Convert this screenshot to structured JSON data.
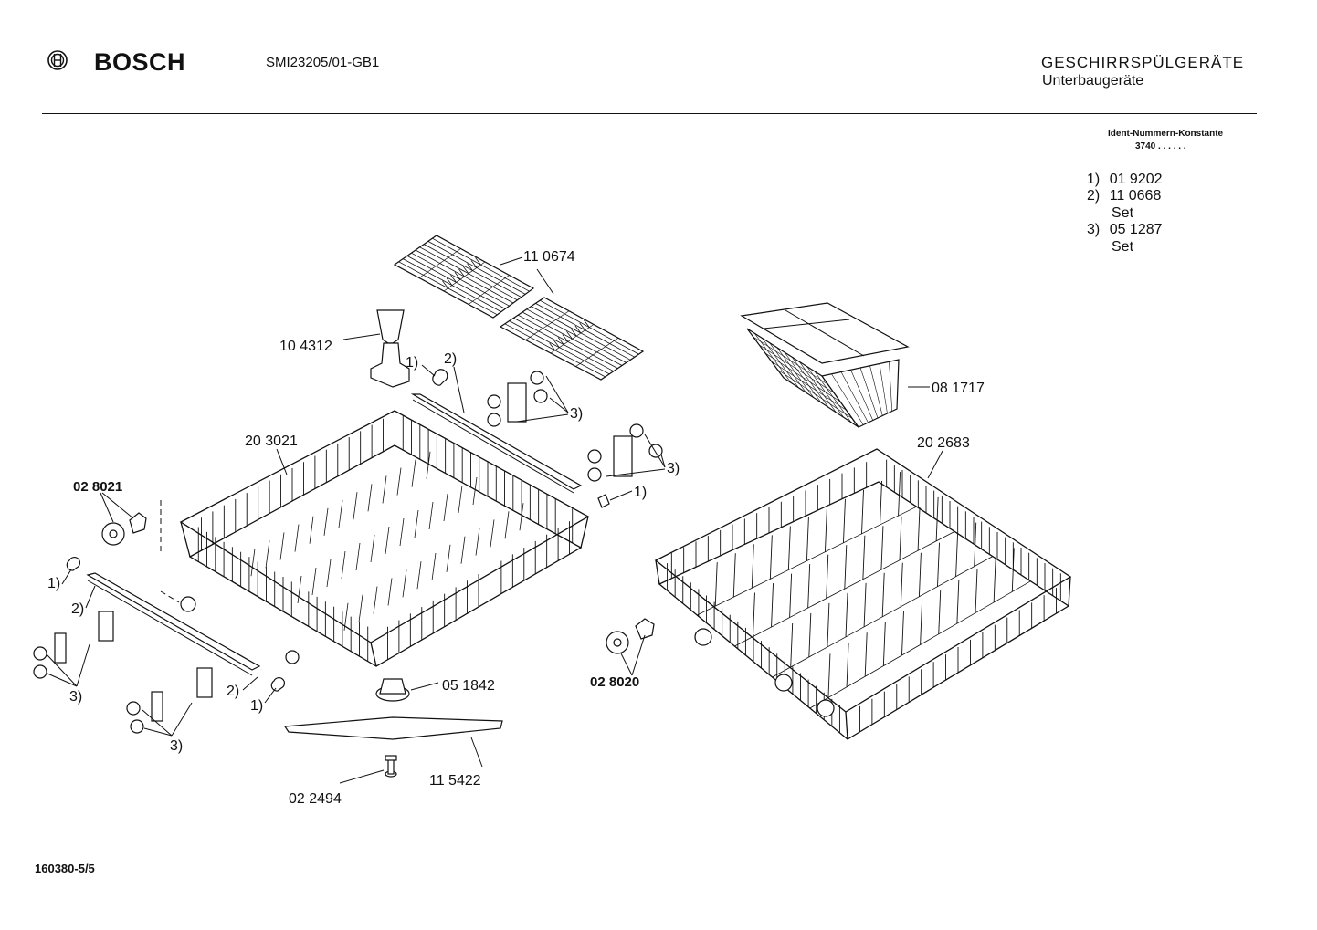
{
  "header": {
    "brand": "BOSCH",
    "model": "SMI23205/01-GB1",
    "category_line1": "GESCHIRRSPÜLGERÄTE",
    "category_line2": "Unterbaugeräte",
    "logo_icon": "bosch-armature-icon"
  },
  "ident": {
    "label": "Ident-Nummern-Konstante",
    "value": "3740  . .   . . . ."
  },
  "legend": [
    {
      "key": "1)",
      "number": "01 9202",
      "suffix": ""
    },
    {
      "key": "2)",
      "number": "11 0668",
      "suffix": "Set"
    },
    {
      "key": "3)",
      "number": "05 1287",
      "suffix": "Set"
    }
  ],
  "parts": {
    "p110674": "11 0674",
    "p104312": "10 4312",
    "p817": "08 1717",
    "p203021": "20 3021",
    "p202683": "20 2683",
    "p028021": "02 8021",
    "p028020": "02 8020",
    "p051842": "05 1842",
    "p115422": "11 5422",
    "p022494": "02 2494",
    "ref1": "1)",
    "ref2": "2)",
    "ref3": "3)"
  },
  "footer": {
    "doc_number": "160380-5/5"
  }
}
